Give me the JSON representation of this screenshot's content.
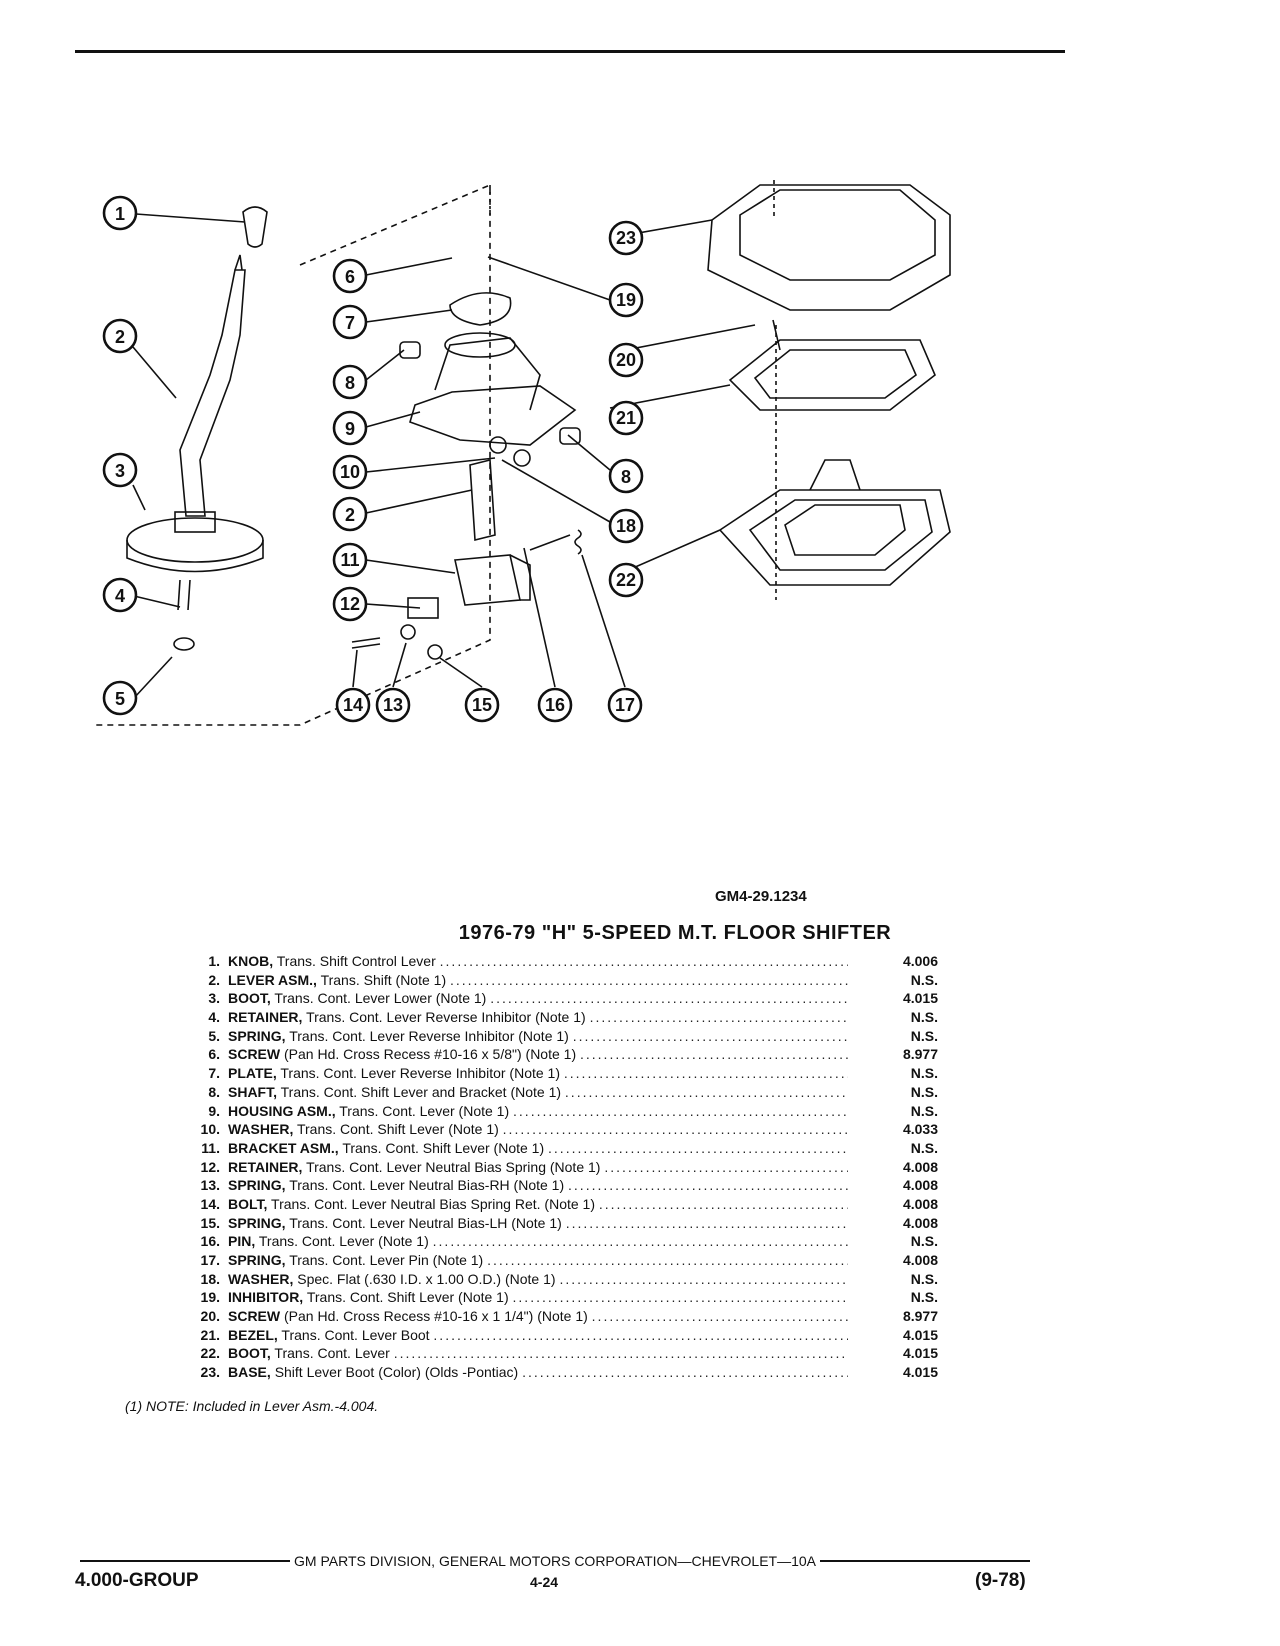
{
  "figure_id": "GM4-29.1234",
  "title": "1976-79 \"H\" 5-SPEED M.T. FLOOR SHIFTER",
  "callouts": [
    "1",
    "2",
    "3",
    "4",
    "5",
    "6",
    "7",
    "8",
    "9",
    "10",
    "2",
    "11",
    "12",
    "14",
    "13",
    "15",
    "16",
    "17",
    "23",
    "19",
    "20",
    "21",
    "8",
    "18",
    "22"
  ],
  "parts": [
    {
      "num": "1.",
      "name": "KNOB,",
      "desc": "Trans. Shift Control Lever",
      "code": "4.006"
    },
    {
      "num": "2.",
      "name": "LEVER ASM.,",
      "desc": "Trans. Shift (Note 1)",
      "code": "N.S."
    },
    {
      "num": "3.",
      "name": "BOOT,",
      "desc": "Trans. Cont. Lever Lower (Note 1)",
      "code": "4.015"
    },
    {
      "num": "4.",
      "name": "RETAINER,",
      "desc": "Trans. Cont. Lever Reverse Inhibitor (Note 1)",
      "code": "N.S."
    },
    {
      "num": "5.",
      "name": "SPRING,",
      "desc": "Trans. Cont. Lever Reverse Inhibitor (Note 1)",
      "code": "N.S."
    },
    {
      "num": "6.",
      "name": "SCREW",
      "desc": "(Pan Hd. Cross Recess #10-16 x 5/8\") (Note 1)",
      "code": "8.977"
    },
    {
      "num": "7.",
      "name": "PLATE,",
      "desc": "Trans. Cont. Lever Reverse Inhibitor (Note 1)",
      "code": "N.S."
    },
    {
      "num": "8.",
      "name": "SHAFT,",
      "desc": "Trans. Cont. Shift Lever and Bracket (Note 1)",
      "code": "N.S."
    },
    {
      "num": "9.",
      "name": "HOUSING ASM.,",
      "desc": "Trans. Cont. Lever (Note 1)",
      "code": "N.S."
    },
    {
      "num": "10.",
      "name": "WASHER,",
      "desc": "Trans. Cont. Shift Lever (Note 1)",
      "code": "4.033"
    },
    {
      "num": "11.",
      "name": "BRACKET ASM.,",
      "desc": "Trans. Cont. Shift Lever (Note 1)",
      "code": "N.S."
    },
    {
      "num": "12.",
      "name": "RETAINER,",
      "desc": "Trans. Cont. Lever Neutral Bias Spring (Note 1)",
      "code": "4.008"
    },
    {
      "num": "13.",
      "name": "SPRING,",
      "desc": "Trans. Cont. Lever Neutral Bias-RH (Note 1)",
      "code": "4.008"
    },
    {
      "num": "14.",
      "name": "BOLT,",
      "desc": "Trans. Cont. Lever Neutral Bias Spring Ret. (Note 1)",
      "code": "4.008"
    },
    {
      "num": "15.",
      "name": "SPRING,",
      "desc": "Trans. Cont. Lever Neutral Bias-LH (Note 1)",
      "code": "4.008"
    },
    {
      "num": "16.",
      "name": "PIN,",
      "desc": "Trans. Cont. Lever (Note 1)",
      "code": "N.S."
    },
    {
      "num": "17.",
      "name": "SPRING,",
      "desc": "Trans. Cont. Lever Pin (Note 1)",
      "code": "4.008"
    },
    {
      "num": "18.",
      "name": "WASHER,",
      "desc": "Spec. Flat (.630 I.D. x 1.00 O.D.) (Note 1)",
      "code": "N.S."
    },
    {
      "num": "19.",
      "name": "INHIBITOR,",
      "desc": "Trans. Cont. Shift Lever (Note 1)",
      "code": "N.S."
    },
    {
      "num": "20.",
      "name": "SCREW",
      "desc": "(Pan Hd. Cross Recess #10-16 x 1 1/4\") (Note 1)",
      "code": "8.977"
    },
    {
      "num": "21.",
      "name": "BEZEL,",
      "desc": "Trans. Cont. Lever Boot",
      "code": "4.015"
    },
    {
      "num": "22.",
      "name": "BOOT,",
      "desc": "Trans. Cont. Lever",
      "code": "4.015"
    },
    {
      "num": "23.",
      "name": "BASE,",
      "desc": "Shift Lever Boot (Color) (Olds -Pontiac)",
      "code": "4.015"
    }
  ],
  "note": "(1) NOTE: Included in Lever Asm.-4.004.",
  "footer": {
    "division": "GM PARTS DIVISION, GENERAL MOTORS CORPORATION—CHEVROLET—10A",
    "group": "4.000-GROUP",
    "page": "4-24",
    "date": "(9-78)"
  }
}
